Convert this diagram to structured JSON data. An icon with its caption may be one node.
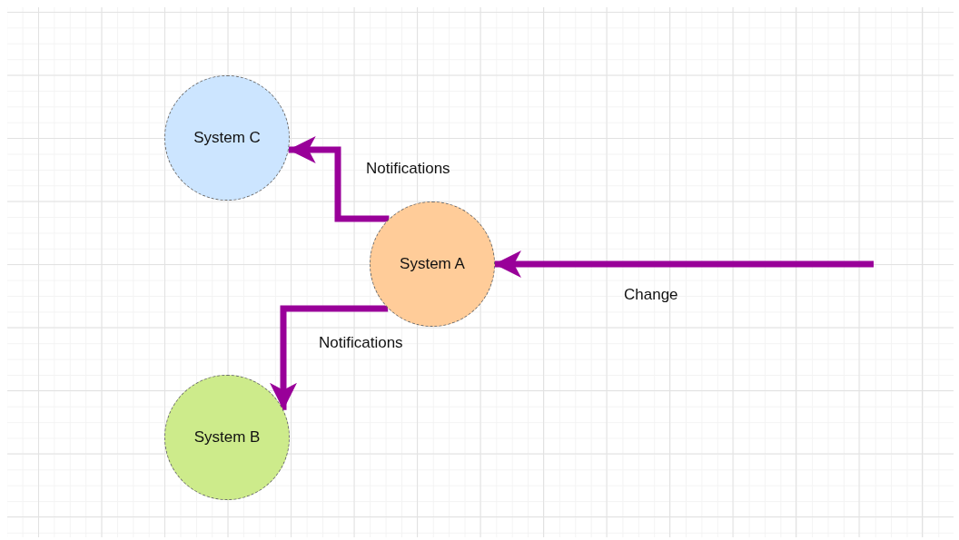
{
  "diagram": {
    "nodes": [
      {
        "text": [
          "System C"
        ]
      },
      {
        "text": [
          "System A"
        ]
      },
      {
        "text": [
          "System B"
        ]
      }
    ],
    "edges": [
      {
        "from": 1,
        "to": 0,
        "arrow": "to",
        "label": "Notifications"
      },
      {
        "from": 1,
        "to": 2,
        "arrow": "to",
        "label": "Notifications"
      },
      {
        "from": null,
        "to": 1,
        "arrow": "to",
        "label": "Change"
      }
    ]
  }
}
